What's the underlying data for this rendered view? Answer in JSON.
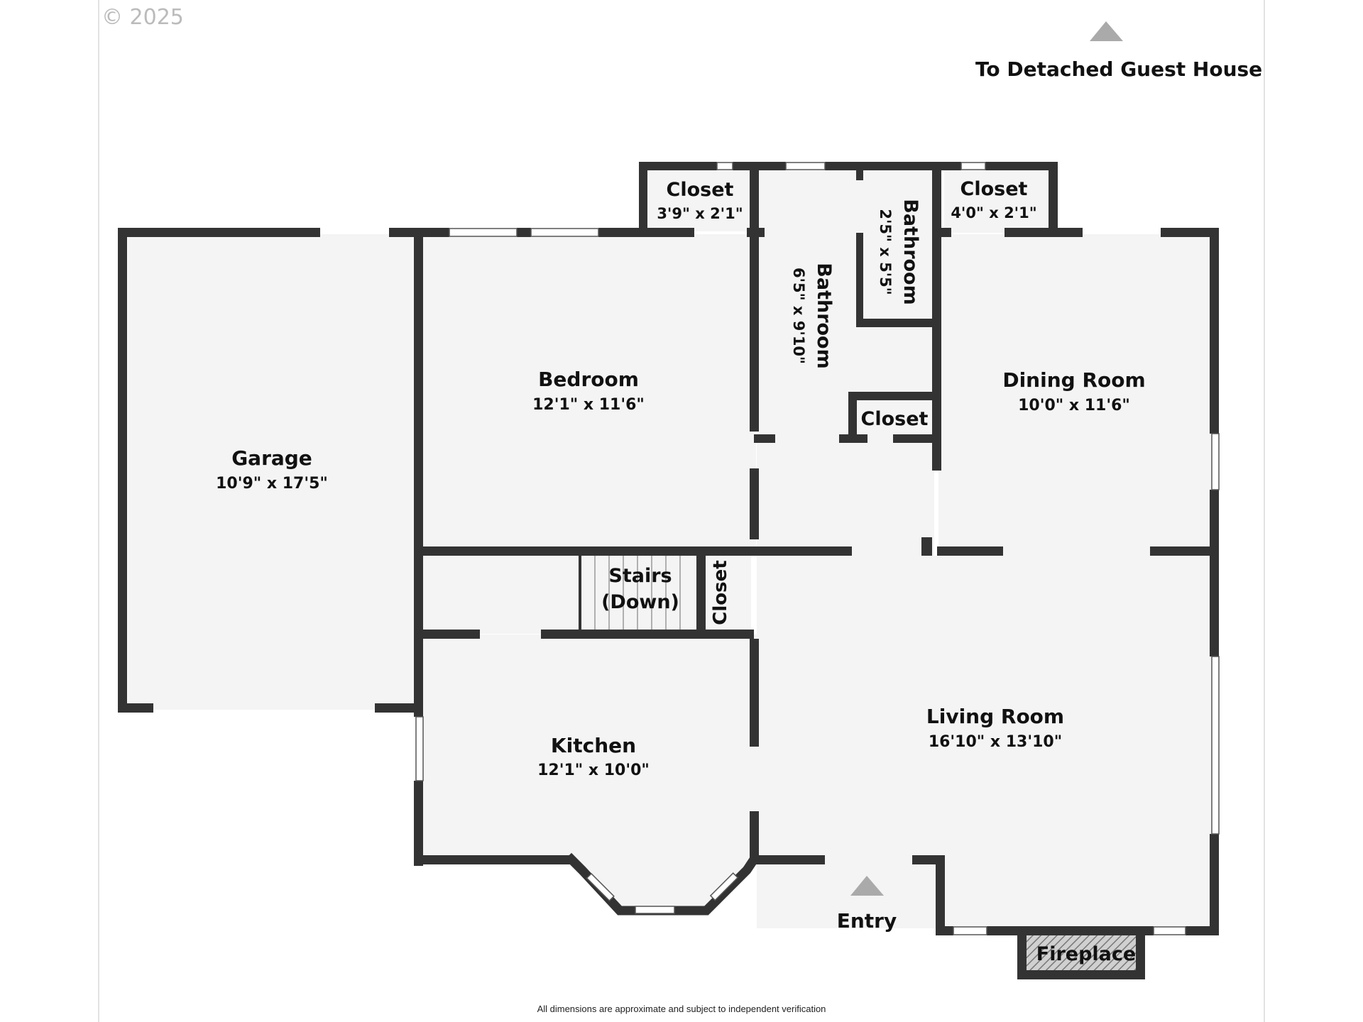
{
  "copyright": "© 2025",
  "arrow_label_top": "To Detached Guest House",
  "entry_label": "Entry",
  "disclaimer": "All dimensions are approximate and subject to independent verification",
  "rooms": {
    "garage": {
      "name": "Garage",
      "dim": "10'9\" x 17'5\""
    },
    "bedroom": {
      "name": "Bedroom",
      "dim": "12'1\" x 11'6\""
    },
    "closet1": {
      "name": "Closet",
      "dim": "3'9\" x 2'1\""
    },
    "bath1": {
      "name": "Bathroom",
      "dim": "6'5\" x 9'10\""
    },
    "bath2": {
      "name": "Bathroom",
      "dim": "2'5\" x 5'5\""
    },
    "closet2": {
      "name": "Closet",
      "dim": "4'0\" x 2'1\""
    },
    "closet3": {
      "name": "Closet"
    },
    "dining": {
      "name": "Dining Room",
      "dim": "10'0\" x 11'6\""
    },
    "stairs": {
      "line1": "Stairs",
      "line2": "(Down)"
    },
    "closet4": {
      "name": "Closet"
    },
    "kitchen": {
      "name": "Kitchen",
      "dim": "12'1\" x 10'0\""
    },
    "living": {
      "name": "Living Room",
      "dim": "16'10\" x 13'10\""
    },
    "fireplace": {
      "name": "Fireplace"
    }
  },
  "colors": {
    "wall": "#333333",
    "floor": "#f4f4f4",
    "background": "#ffffff"
  }
}
